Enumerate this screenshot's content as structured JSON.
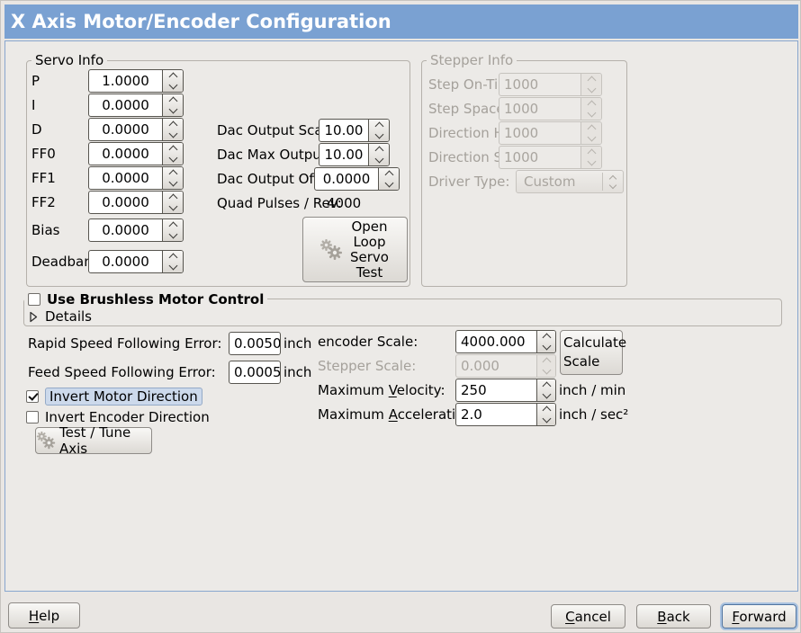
{
  "window": {
    "title": "X Axis Motor/Encoder Configuration"
  },
  "colors": {
    "titlebar_bg": "#7AA1D2",
    "content_border": "#88A6CE",
    "focus_ring": "#A9C2E0",
    "highlight_bg": "#CCD9EB",
    "highlight_border": "#94AAC7"
  },
  "icons": {
    "open_loop_button": "gears-icon",
    "test_tune_button": "gears-icon",
    "details_expander": "triangle-right-icon",
    "spinbox": "chevron-up-down-icons",
    "driver_type_combo": "chevron-up-down-icons"
  },
  "servo_info": {
    "title": "Servo Info",
    "fields": [
      {
        "label": "P",
        "value": "1.0000"
      },
      {
        "label": "I",
        "value": "0.0000"
      },
      {
        "label": "D",
        "value": "0.0000"
      },
      {
        "label": "FF0",
        "value": "0.0000"
      },
      {
        "label": "FF1",
        "value": "0.0000"
      },
      {
        "label": "FF2",
        "value": "0.0000"
      },
      {
        "label": "Bias",
        "value": "0.0000"
      },
      {
        "label": "Deadband",
        "value": "0.0000"
      }
    ]
  },
  "dac": {
    "output_scale_label": "Dac Output Scale:",
    "output_scale": "10.00",
    "max_output_label": "Dac Max Output:",
    "max_output": "10.00",
    "output_offset_label": "Dac Output Offset:",
    "output_offset": "0.0000",
    "quad_pulses_label": "Quad Pulses / Rev:",
    "quad_pulses": "4000",
    "open_loop_button": "Open Loop Servo Test"
  },
  "stepper_info": {
    "title": "Stepper Info",
    "fields": [
      {
        "label": "Step On-Time",
        "value": "1000"
      },
      {
        "label": "Step Space",
        "value": "1000"
      },
      {
        "label": "Direction Hold",
        "value": "1000"
      },
      {
        "label": "Direction Setup",
        "value": "1000"
      }
    ],
    "driver_type_label": "Driver Type:",
    "driver_type": "Custom"
  },
  "brushless": {
    "label": "Use Brushless Motor Control",
    "checked": false,
    "details": "Details"
  },
  "following_error": {
    "rapid_label": "Rapid Speed Following Error:",
    "rapid_value": "0.0050",
    "rapid_unit": "inch",
    "feed_label": "Feed Speed Following Error:",
    "feed_value": "0.0005",
    "feed_unit": "inch"
  },
  "direction": {
    "invert_motor": "Invert Motor Direction",
    "invert_motor_checked": true,
    "invert_encoder": "Invert Encoder Direction",
    "invert_encoder_checked": false,
    "test_tune": "Test / Tune Axis"
  },
  "scale": {
    "encoder_label": "encoder Scale:",
    "encoder_value": "4000.000",
    "calculate": "Calculate Scale",
    "stepper_label": "Stepper Scale:",
    "stepper_value": "0.000",
    "velocity_label": "Maximum _Velocity:",
    "velocity_value": "250",
    "velocity_unit": "inch / min",
    "accel_label": "Maximum _Acceleration:",
    "accel_value": "2.0",
    "accel_unit": "inch / sec²"
  },
  "actions": {
    "help": "_Help",
    "cancel": "_Cancel",
    "back": "_Back",
    "forward": "_Forward"
  }
}
